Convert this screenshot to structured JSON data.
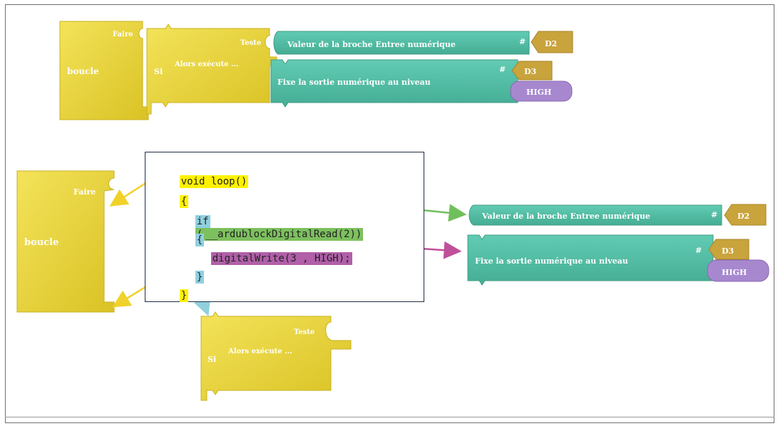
{
  "top_row": {
    "loop_block": {
      "label": "boucle",
      "slot": "Faire"
    },
    "if_block": {
      "label": "Si",
      "slot_test": "Teste",
      "slot_then": "Alors exécute ..."
    },
    "read_block": {
      "label": "Valeur de la broche Entree numérique",
      "hash": "#",
      "pin": "D2"
    },
    "write_block": {
      "label": "Fixe la sortie numérique au niveau",
      "hash": "#",
      "pin": "D3",
      "level": "HIGH"
    }
  },
  "code": {
    "line1": "void loop()",
    "line2": "{",
    "line3_kw": "if",
    "line3_paren": "(",
    "line3_call": "__ardublockDigitalRead(2))",
    "line4": "{",
    "line5": "digitalWrite(3 , HIGH);",
    "line6": "}",
    "line7": "}"
  },
  "exploded": {
    "loop_block": {
      "label": "boucle",
      "slot": "Faire"
    },
    "read_block": {
      "label": "Valeur de la broche Entree numérique",
      "hash": "#",
      "pin": "D2"
    },
    "write_block": {
      "label": "Fixe la sortie numérique au niveau",
      "hash": "#",
      "pin": "D3",
      "level": "HIGH"
    },
    "if_block": {
      "label": "Si",
      "slot_test": "Teste",
      "slot_then": "Alors exécute ..."
    }
  },
  "colors": {
    "yellow_block": "#ecd63c",
    "teal_block": "#52bfa6",
    "tan_block": "#c9a33c",
    "purple_block": "#a788cf",
    "yellow_arrow": "#f0d22a",
    "green_arrow": "#6fc05c",
    "magenta_arrow": "#c0509a",
    "cyan_arrow": "#8fd0dc",
    "hl_yellow": "#fff200",
    "hl_green": "#7dc05e",
    "hl_cyan": "#8fd0e0",
    "hl_magenta": "#b05fa8"
  }
}
